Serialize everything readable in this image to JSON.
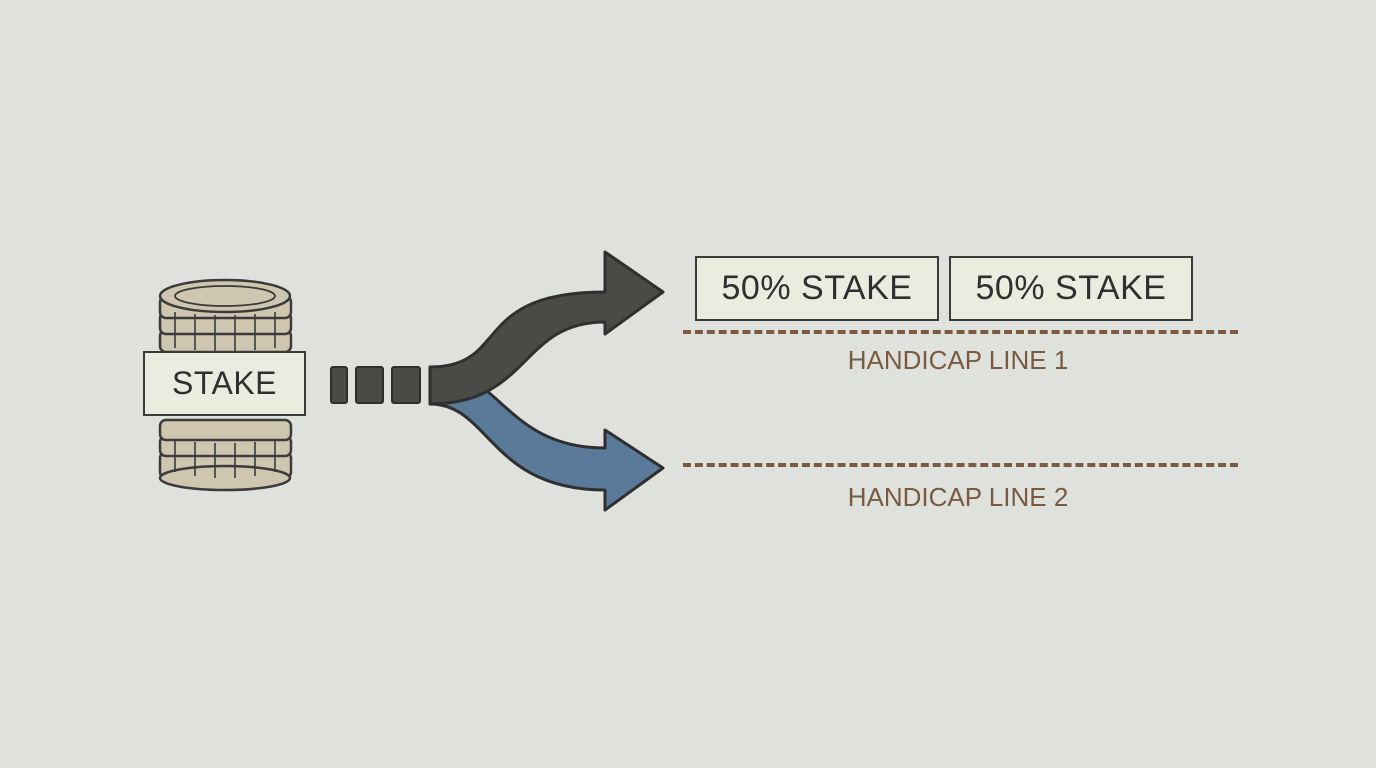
{
  "diagram": {
    "source": {
      "label": "STAKE",
      "icon": "coin-stack-icon"
    },
    "splits": [
      {
        "label": "50% STAKE"
      },
      {
        "label": "50% STAKE"
      }
    ],
    "lines": [
      {
        "label": "HANDICAP LINE 1"
      },
      {
        "label": "HANDICAP LINE 2"
      }
    ],
    "colors": {
      "background": "#dfe1dc",
      "arrow_upper": "#4a4a47",
      "arrow_lower": "#5a7a9a",
      "line": "#7a5a40",
      "box_fill": "#ecebdf",
      "coin_fill": "#cfc6b0"
    }
  }
}
